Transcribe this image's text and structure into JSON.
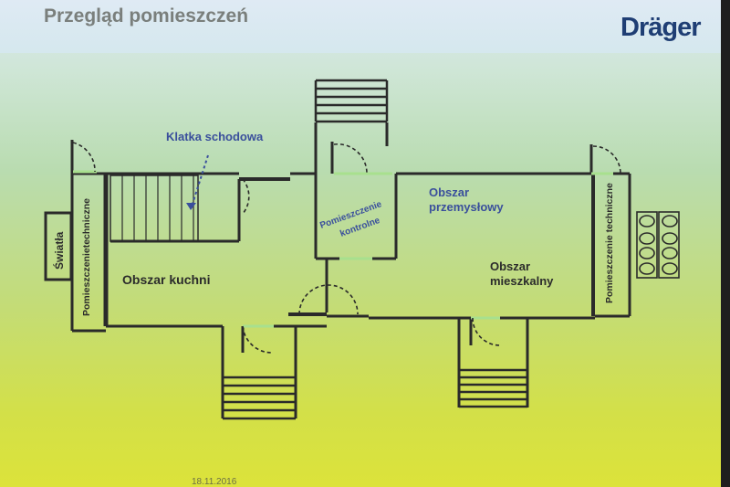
{
  "slide": {
    "title": "Przegląd pomieszczeń",
    "logo_text": "Dräger",
    "footer_date": "18.11.2016"
  },
  "floorplan": {
    "rooms": {
      "lights": "Światła",
      "technical_left": "Pomieszczenietechniczne",
      "kitchen_area": "Obszar kuchni",
      "control_room_line1": "Pomieszczenie",
      "control_room_line2": "kontrolne",
      "industrial_area_line1": "Obszar",
      "industrial_area_line2": "przemysłowy",
      "living_area_line1": "Obszar",
      "living_area_line2": "mieszkalny",
      "technical_right": "Pomieszczenie techniczne"
    },
    "annotations": {
      "staircase": "Klatka schodowa"
    }
  },
  "colors": {
    "wall": "#2a2a2a",
    "label_blue": "#3a4f9c",
    "logo_blue": "#1f3e74"
  }
}
